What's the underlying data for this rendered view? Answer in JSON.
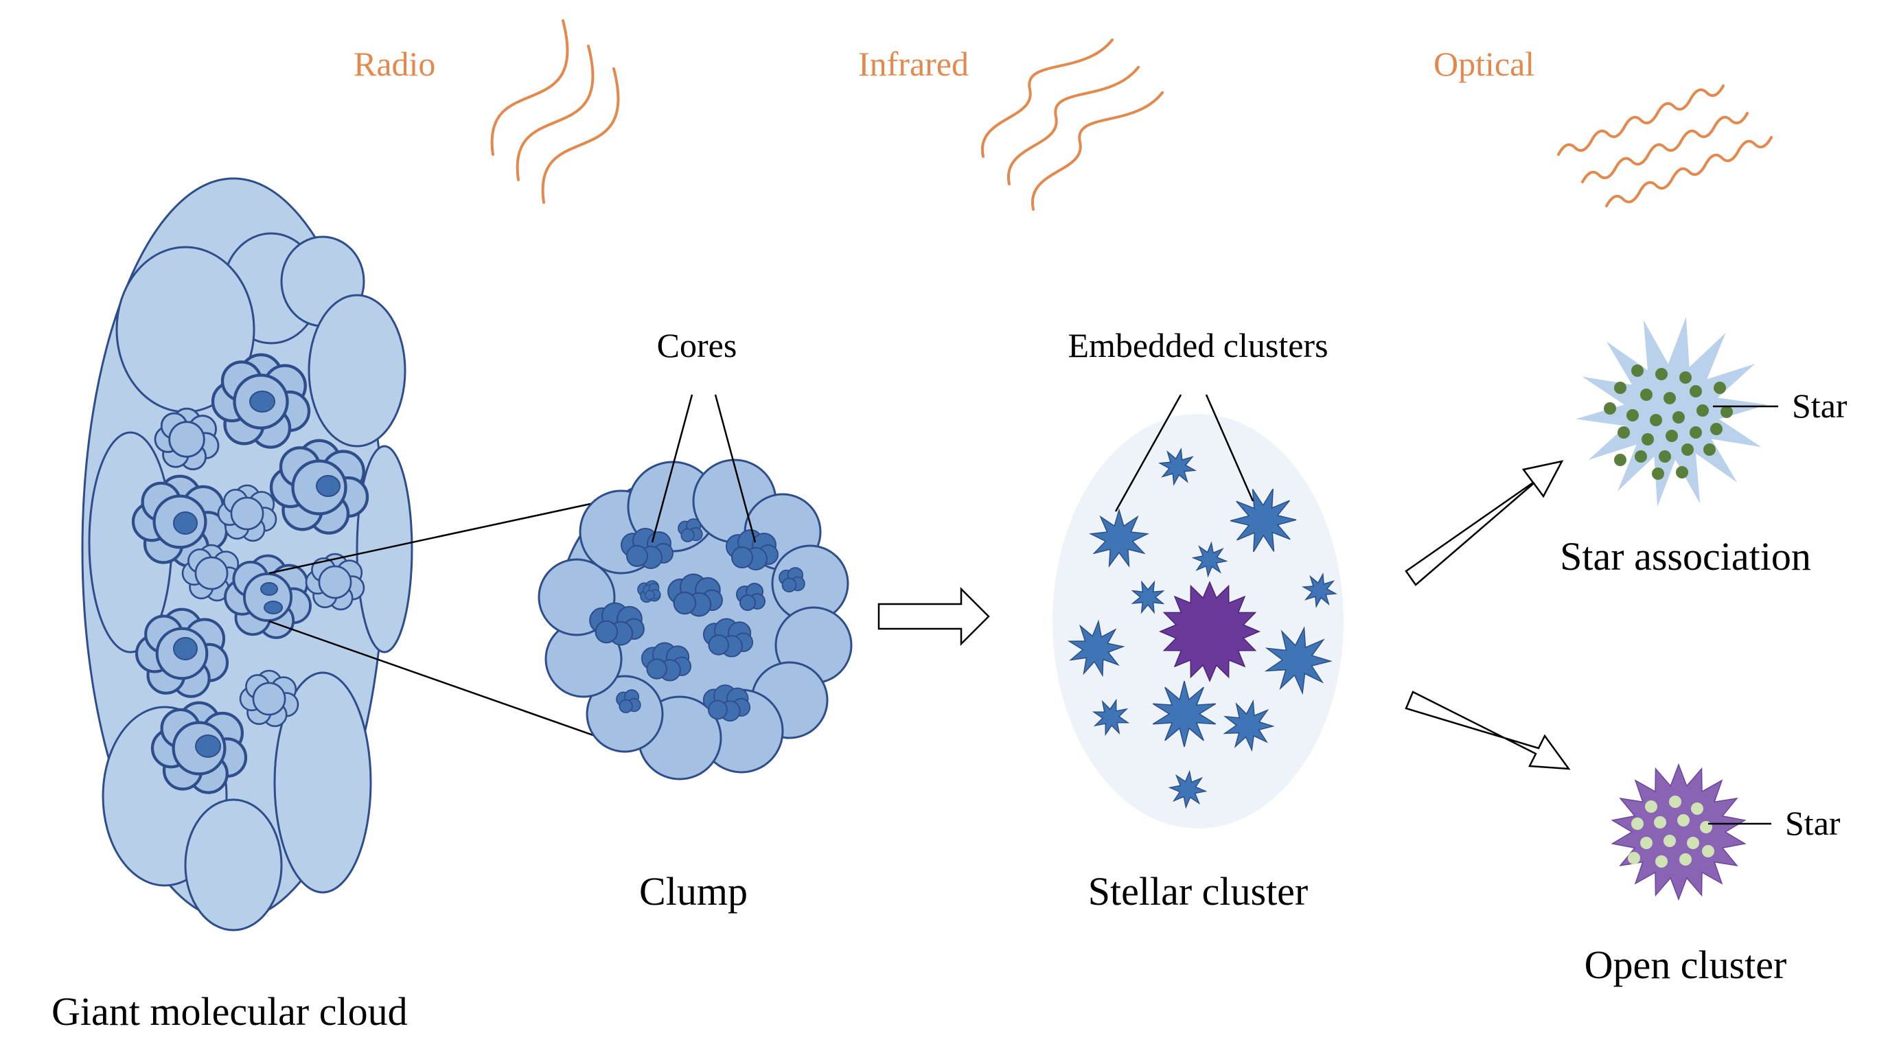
{
  "bands": {
    "radio": "Radio",
    "infrared": "Infrared",
    "optical": "Optical"
  },
  "labels": {
    "giant_molecular_cloud": "Giant molecular cloud",
    "cores": "Cores",
    "clump": "Clump",
    "embedded_clusters": "Embedded clusters",
    "stellar_cluster": "Stellar cluster",
    "star_association": "Star association",
    "open_cluster": "Open cluster",
    "star_1": "Star",
    "star_2": "Star"
  },
  "colors": {
    "wave": "#e2894e",
    "cloud_fill": "#b7cfe9",
    "cloud_stroke": "#2e4d8a",
    "core_fill": "#3f6fae",
    "clump_fill": "#a4c0e2",
    "embedded_star": "#3f74b6",
    "central_star": "#6a3a9b",
    "halo": "#eef3fa",
    "association_halo": "#b9d1ea",
    "association_dot": "#5a7f3a",
    "open_cluster_fill": "#8a63b5",
    "open_cluster_dot": "#cfe3b5"
  }
}
